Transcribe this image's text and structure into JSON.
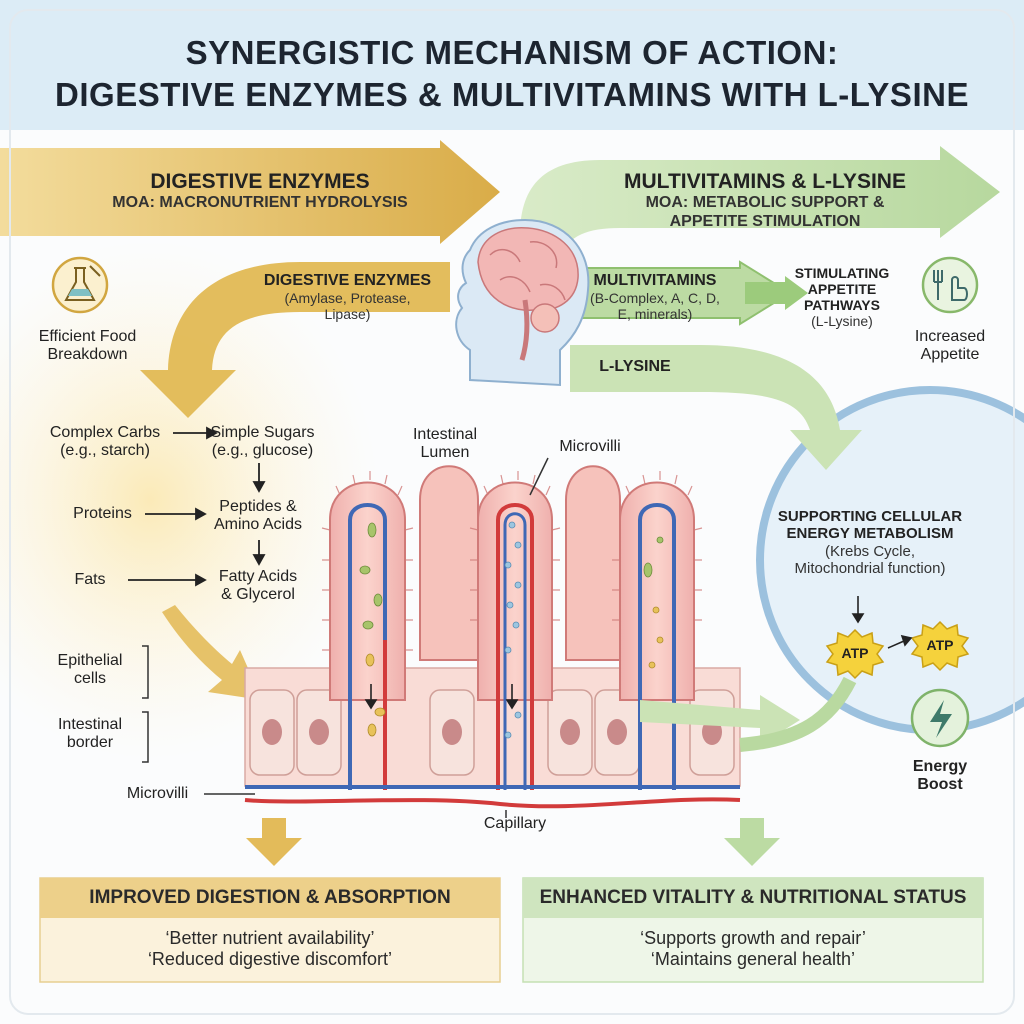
{
  "title": {
    "line1": "SYNERGISTIC MECHANISM OF ACTION:",
    "line2": "DIGESTIVE ENZYMES & MULTIVITAMINS WITH L-LYSINE"
  },
  "enzymes_banner": {
    "title": "DIGESTIVE ENZYMES",
    "subtitle": "MOA: MACRONUTRIENT HYDROLYSIS"
  },
  "vitamins_banner": {
    "title": "MULTIVITAMINS & L-LYSINE",
    "subtitle_line1": "MOA: METABOLIC SUPPORT &",
    "subtitle_line2": "APPETITE STIMULATION"
  },
  "left_icon_label": {
    "line1": "Efficient Food",
    "line2": "Breakdown"
  },
  "enzymes_arrow": {
    "title": "DIGESTIVE ENZYMES",
    "detail_line1": "(Amylase, Protease,",
    "detail_line2": "Lipase)"
  },
  "multivitamins_arrow": {
    "title": "MULTIVITAMINS",
    "detail_line1": "(B-Complex, A, C, D,",
    "detail_line2": "E, minerals)"
  },
  "appetite_pathways": {
    "line1": "STIMULATING",
    "line2": "APPETITE",
    "line3": "PATHWAYS",
    "line4": "(L-Lysine)"
  },
  "increased_appetite": {
    "line1": "Increased",
    "line2": "Appetite"
  },
  "lysine_arrow": {
    "title": "L-LYSINE"
  },
  "hydrolysis": {
    "carbs": "Complex Carbs",
    "carbs_example": "(e.g., starch)",
    "sugars": "Simple Sugars",
    "sugars_example": "(e.g., glucose)",
    "proteins": "Proteins",
    "peptides_line1": "Peptides &",
    "peptides_line2": "Amino Acids",
    "fats": "Fats",
    "fatty_line1": "Fatty Acids",
    "fatty_line2": "& Glycerol"
  },
  "intestine": {
    "lumen_line1": "Intestinal",
    "lumen_line2": "Lumen",
    "microvilli_top": "Microvilli",
    "epithelial_line1": "Epithelial",
    "epithelial_line2": "cells",
    "border_line1": "Intestinal",
    "border_line2": "border",
    "microvilli_left": "Microvilli",
    "capillary": "Capillary"
  },
  "cellular": {
    "line1": "SUPPORTING CELLULAR",
    "line2": "ENERGY METABOLISM",
    "line3": "(Krebs Cycle,",
    "line4": "Mitochondrial function)",
    "atp1": "ATP",
    "atp2": "ATP"
  },
  "energy_boost": {
    "line1": "Energy",
    "line2": "Boost"
  },
  "outcome_left": {
    "title": "IMPROVED DIGESTION & ABSORPTION",
    "point1": "‘Better nutrient availability’",
    "point2": "‘Reduced digestive discomfort’"
  },
  "outcome_right": {
    "title": "ENHANCED VITALITY & NUTRITIONAL STATUS",
    "point1": "‘Supports growth and repair’",
    "point2": "‘Maintains general health’"
  },
  "colors": {
    "gold": "#d8ab4a",
    "green": "#a9cf8f",
    "blue_ring": "#8fb7d8",
    "artery": "#d23b3b",
    "vein": "#3f68b5"
  }
}
